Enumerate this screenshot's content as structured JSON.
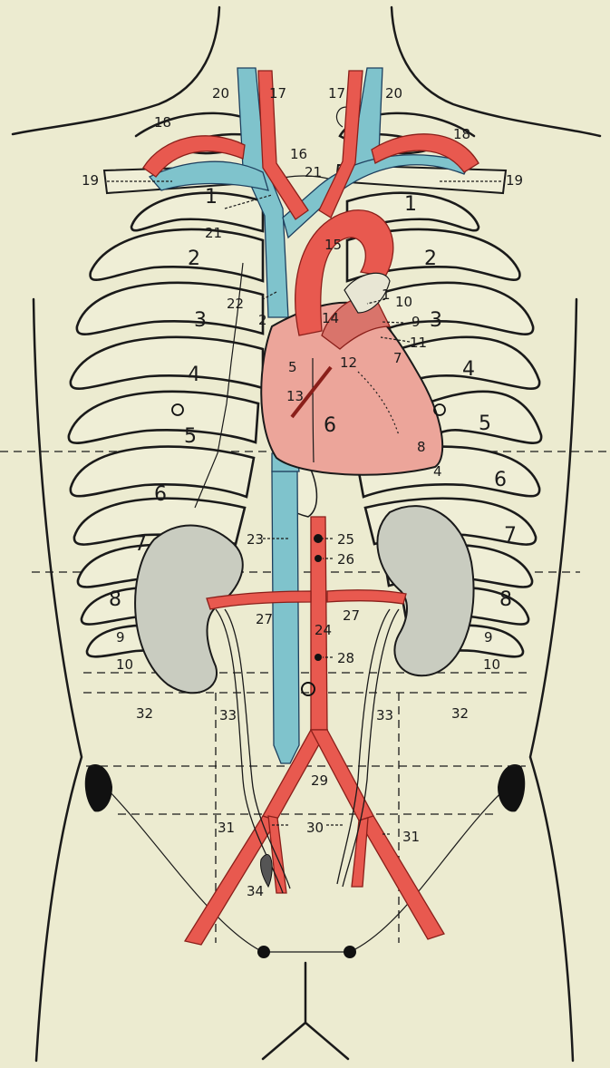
{
  "labels": {
    "rib_1_r": "1",
    "rib_1_l": "1",
    "rib_2_r": "2",
    "rib_2_l": "2",
    "rib_3_r": "3",
    "rib_3_l": "3",
    "rib_4_r": "4",
    "rib_4_l": "4",
    "rib_5_r": "5",
    "rib_5_l": "5",
    "rib_6_r": "6",
    "rib_6_l": "6",
    "rib_7_r": "7",
    "rib_7_l": "7",
    "rib_8_r": "8",
    "rib_8_l": "8",
    "rib_9_r": "9",
    "rib_9_l": "9",
    "rib_10_r": "10",
    "rib_10_l": "10",
    "costal_2": "2",
    "costal_1": "1",
    "apex_4": "4",
    "heart_5": "5",
    "heart_6": "6",
    "heart_7": "7",
    "heart_8": "8",
    "n9": "9",
    "n10": "10",
    "n11": "11",
    "n12": "12",
    "n13": "13",
    "n14": "14",
    "n15": "15",
    "n16": "16",
    "n17_r": "17",
    "n17_l": "17",
    "n18_r": "18",
    "n18_l": "18",
    "n19_r": "19",
    "n19_l": "19",
    "n20_r": "20",
    "n20_l": "20",
    "n21_a": "21",
    "n21_b": "21",
    "n22": "22",
    "n23": "23",
    "n24": "24",
    "n25": "25",
    "n26": "26",
    "n27_r": "27",
    "n27_l": "27",
    "n28": "28",
    "n29": "29",
    "n30": "30",
    "n31_r": "31",
    "n31_l": "31",
    "n32_r": "32",
    "n32_l": "32",
    "n33_r": "33",
    "n33_l": "33",
    "n34": "34"
  },
  "colors": {
    "background": "#ecebd0",
    "vein": "#7fc3cc",
    "artery": "#e8594f",
    "heart": "#eca59a",
    "kidney": "#c9ccc0",
    "outline": "#1a1a1a"
  }
}
